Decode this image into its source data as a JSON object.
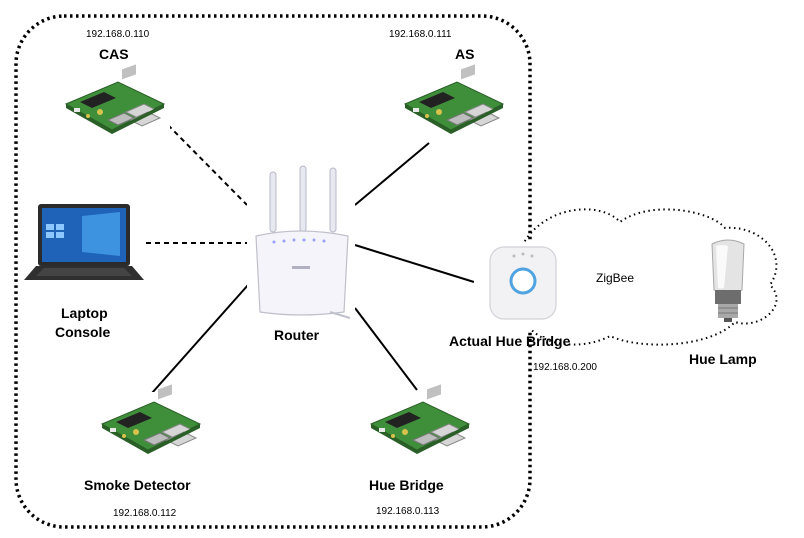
{
  "nodes": {
    "cas": {
      "label": "CAS",
      "ip": "192.168.0.110"
    },
    "as": {
      "label": "AS",
      "ip": "192.168.0.111"
    },
    "laptop": {
      "label_line1": "Laptop",
      "label_line2": "Console"
    },
    "router": {
      "label": "Router"
    },
    "smoke_detector": {
      "label": "Smoke Detector",
      "ip": "192.168.0.112"
    },
    "hue_bridge": {
      "label": "Hue Bridge",
      "ip": "192.168.0.113"
    },
    "actual_hue_bridge": {
      "label": "Actual Hue Bridge",
      "ip": "192.168.0.200"
    },
    "hue_lamp": {
      "label": "Hue Lamp"
    }
  },
  "zigbee": {
    "label": "ZigBee"
  },
  "icons": {
    "raspberry_pi": "raspberry-pi-board-icon",
    "laptop": "laptop-icon",
    "router": "wifi-router-icon",
    "bridge": "hue-bridge-icon",
    "lamp": "light-bulb-icon"
  },
  "colors": {
    "board_green": "#3f8f3a",
    "link_line": "#000000"
  }
}
